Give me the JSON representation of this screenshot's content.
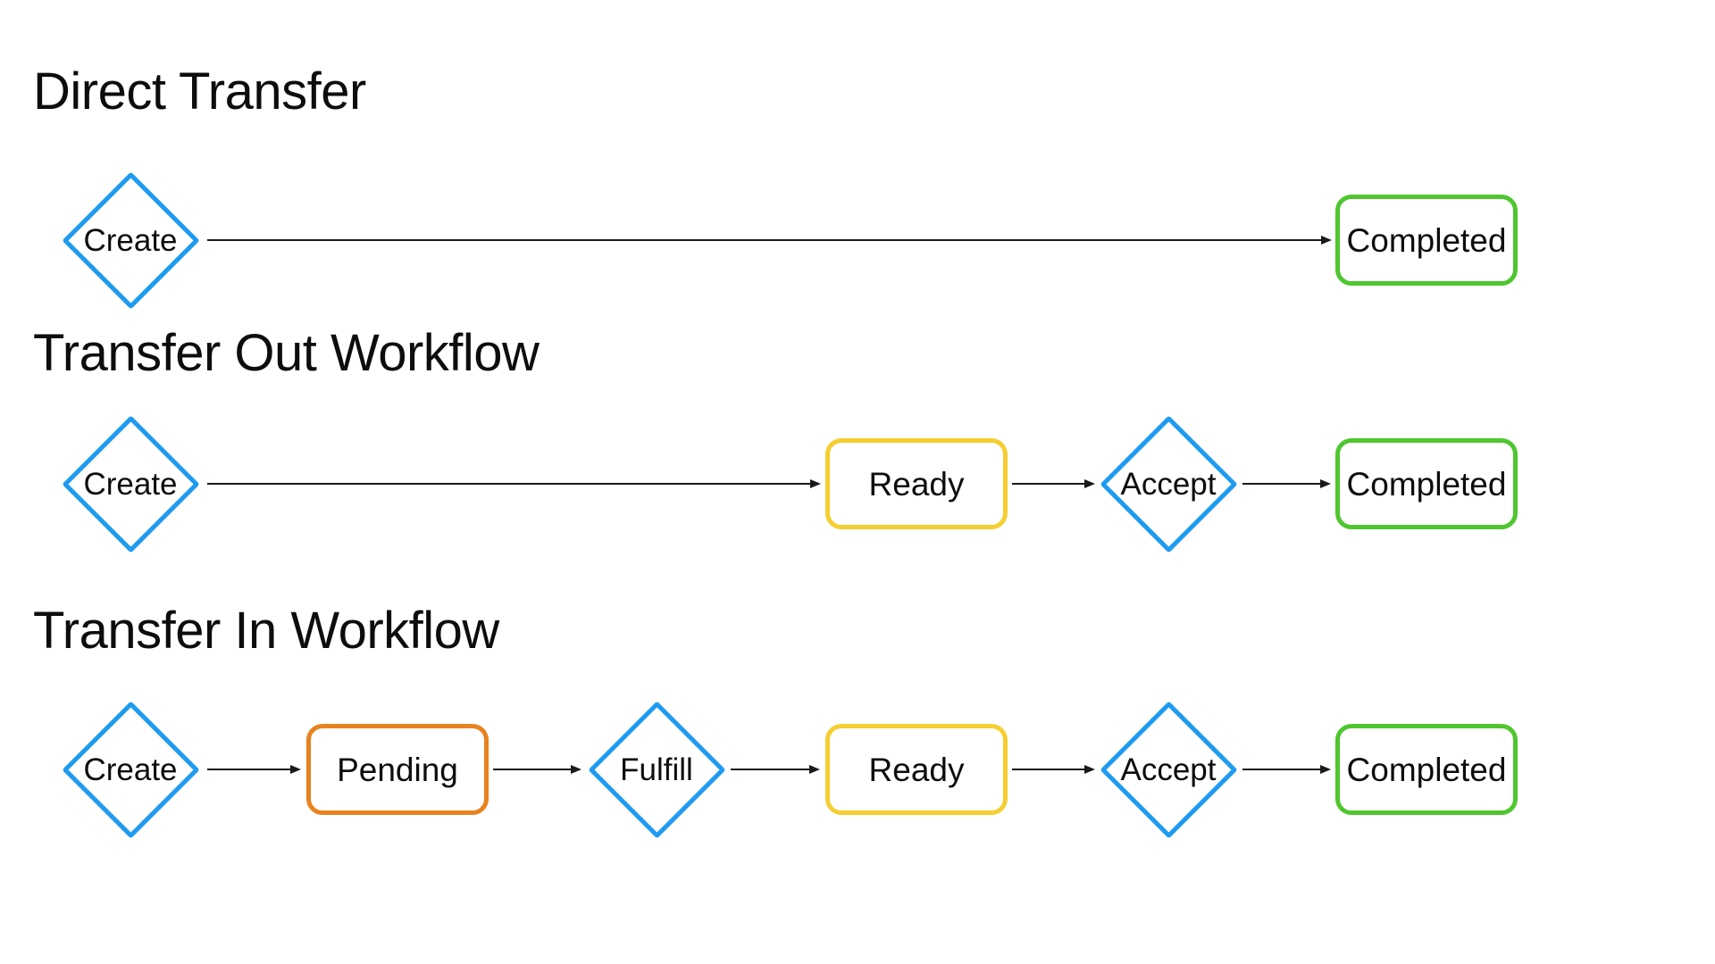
{
  "page": {
    "background_color": "#FFFFFF",
    "text_color": "#0D0D0D",
    "arrow_color": "#1A1A1A"
  },
  "palette": {
    "diamond_border": "#1E9BF0",
    "pending_border": "#E8821E",
    "ready_border": "#F5CE31",
    "completed_border": "#4FC62F"
  },
  "workflows": [
    {
      "title": "Direct Transfer",
      "nodes": [
        {
          "type": "diamond",
          "label": "Create",
          "border_color": "#1E9BF0"
        },
        {
          "type": "box",
          "label": "Completed",
          "border_color": "#4FC62F"
        }
      ],
      "edges": [
        {
          "from": "Create",
          "to": "Completed"
        }
      ]
    },
    {
      "title": "Transfer Out Workflow",
      "nodes": [
        {
          "type": "diamond",
          "label": "Create",
          "border_color": "#1E9BF0"
        },
        {
          "type": "box",
          "label": "Ready",
          "border_color": "#F5CE31"
        },
        {
          "type": "diamond",
          "label": "Accept",
          "border_color": "#1E9BF0"
        },
        {
          "type": "box",
          "label": "Completed",
          "border_color": "#4FC62F"
        }
      ],
      "edges": [
        {
          "from": "Create",
          "to": "Ready"
        },
        {
          "from": "Ready",
          "to": "Accept"
        },
        {
          "from": "Accept",
          "to": "Completed"
        }
      ]
    },
    {
      "title": "Transfer In Workflow",
      "nodes": [
        {
          "type": "diamond",
          "label": "Create",
          "border_color": "#1E9BF0"
        },
        {
          "type": "box",
          "label": "Pending",
          "border_color": "#E8821E"
        },
        {
          "type": "diamond",
          "label": "Fulfill",
          "border_color": "#1E9BF0"
        },
        {
          "type": "box",
          "label": "Ready",
          "border_color": "#F5CE31"
        },
        {
          "type": "diamond",
          "label": "Accept",
          "border_color": "#1E9BF0"
        },
        {
          "type": "box",
          "label": "Completed",
          "border_color": "#4FC62F"
        }
      ],
      "edges": [
        {
          "from": "Create",
          "to": "Pending"
        },
        {
          "from": "Pending",
          "to": "Fulfill"
        },
        {
          "from": "Fulfill",
          "to": "Ready"
        },
        {
          "from": "Ready",
          "to": "Accept"
        },
        {
          "from": "Accept",
          "to": "Completed"
        }
      ]
    }
  ]
}
